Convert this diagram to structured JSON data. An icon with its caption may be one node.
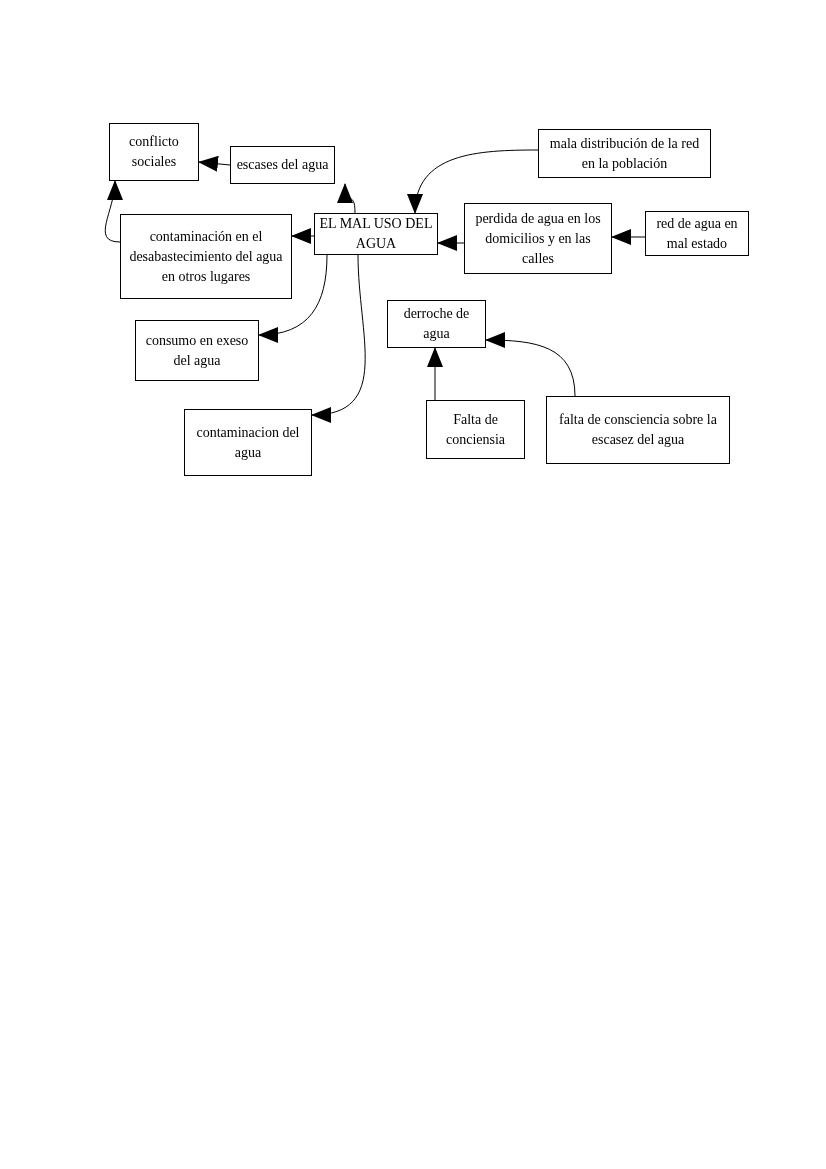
{
  "diagram": {
    "nodes": [
      {
        "text": [
          "conflicto sociales"
        ]
      },
      {
        "text": [
          "escases del agua"
        ]
      },
      {
        "text": [
          "mala distribución de la red en la población"
        ]
      },
      {
        "text": [
          "contaminación en el desabastecimiento del agua en otros lugares"
        ]
      },
      {
        "text": [
          "EL MAL USO DEL AGUA"
        ]
      },
      {
        "text": [
          "perdida de agua en los domicilios y en las calles"
        ]
      },
      {
        "text": [
          "red de agua en mal estado"
        ]
      },
      {
        "text": [
          "derroche de agua"
        ]
      },
      {
        "text": [
          "consumo en exeso del agua"
        ]
      },
      {
        "text": [
          "Falta de conciensia"
        ]
      },
      {
        "text": [
          "falta de consciencia sobre la escasez del agua"
        ]
      },
      {
        "text": [
          "contaminacion del agua"
        ]
      }
    ],
    "edges": [
      {
        "from": 1,
        "to": 0,
        "arrow": "to"
      },
      {
        "from": 4,
        "to": 1,
        "arrow": "to"
      },
      {
        "from": 2,
        "to": 4,
        "arrow": "to"
      },
      {
        "from": 5,
        "to": 4,
        "arrow": "to"
      },
      {
        "from": 6,
        "to": 5,
        "arrow": "to"
      },
      {
        "from": 4,
        "to": 3,
        "arrow": "to"
      },
      {
        "from": 3,
        "to": 0,
        "arrow": "to"
      },
      {
        "from": 4,
        "to": 8,
        "arrow": "to"
      },
      {
        "from": 4,
        "to": 11,
        "arrow": "to"
      },
      {
        "from": 9,
        "to": 7,
        "arrow": "to"
      },
      {
        "from": 10,
        "to": 7,
        "arrow": "to"
      }
    ]
  }
}
